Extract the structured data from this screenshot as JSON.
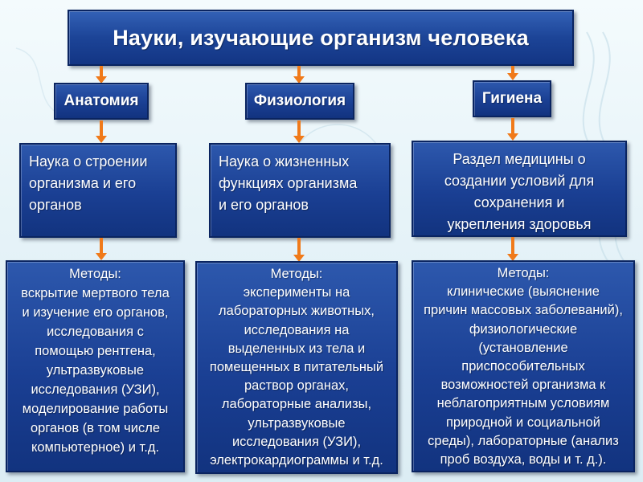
{
  "title": "Науки, изучающие организм человека",
  "columns": [
    {
      "name": "Анатомия",
      "description": "Наука о строении\nорганизма и его\nорганов",
      "methods_label": "Методы:",
      "methods_text": "вскрытие мертвого тела\nи изучение его органов,\nисследования с\nпомощью рентгена,\nультразвуковые\nисследования (УЗИ),\nмоделирование работы\nорганов (в том числе\nкомпьютерное) и т.д."
    },
    {
      "name": "Физиология",
      "description": "Наука о жизненных\nфункциях организма\nи его органов",
      "methods_label": "Методы:",
      "methods_text": "эксперименты на\nлабораторных животных,\nисследования на\nвыделенных из тела и\nпомещенных в питательный\nраствор органах,\nлабораторные анализы,\nультразвуковые\nисследования (УЗИ),\nэлектрокардиограммы и т.д."
    },
    {
      "name": "Гигиена",
      "description": "Раздел медицины о\nсоздании условий для\nсохранения и\nукрепления здоровья",
      "methods_label": "Методы:",
      "methods_text": "клинические (выяснение\nпричин массовых заболеваний),\nфизиологические\n(установление\nприспособительных\nвозможностей организма к\nнеблагоприятным условиям\nприродной и социальной\nсреды), лабораторные (анализ\nпроб воздуха, воды и т. д.)."
    }
  ],
  "colors": {
    "box_fill": "#1a3f93",
    "box_border": "#0a2460",
    "arrow": "#f07a1a",
    "text": "#ffffff",
    "background": "#e6f3f8"
  }
}
